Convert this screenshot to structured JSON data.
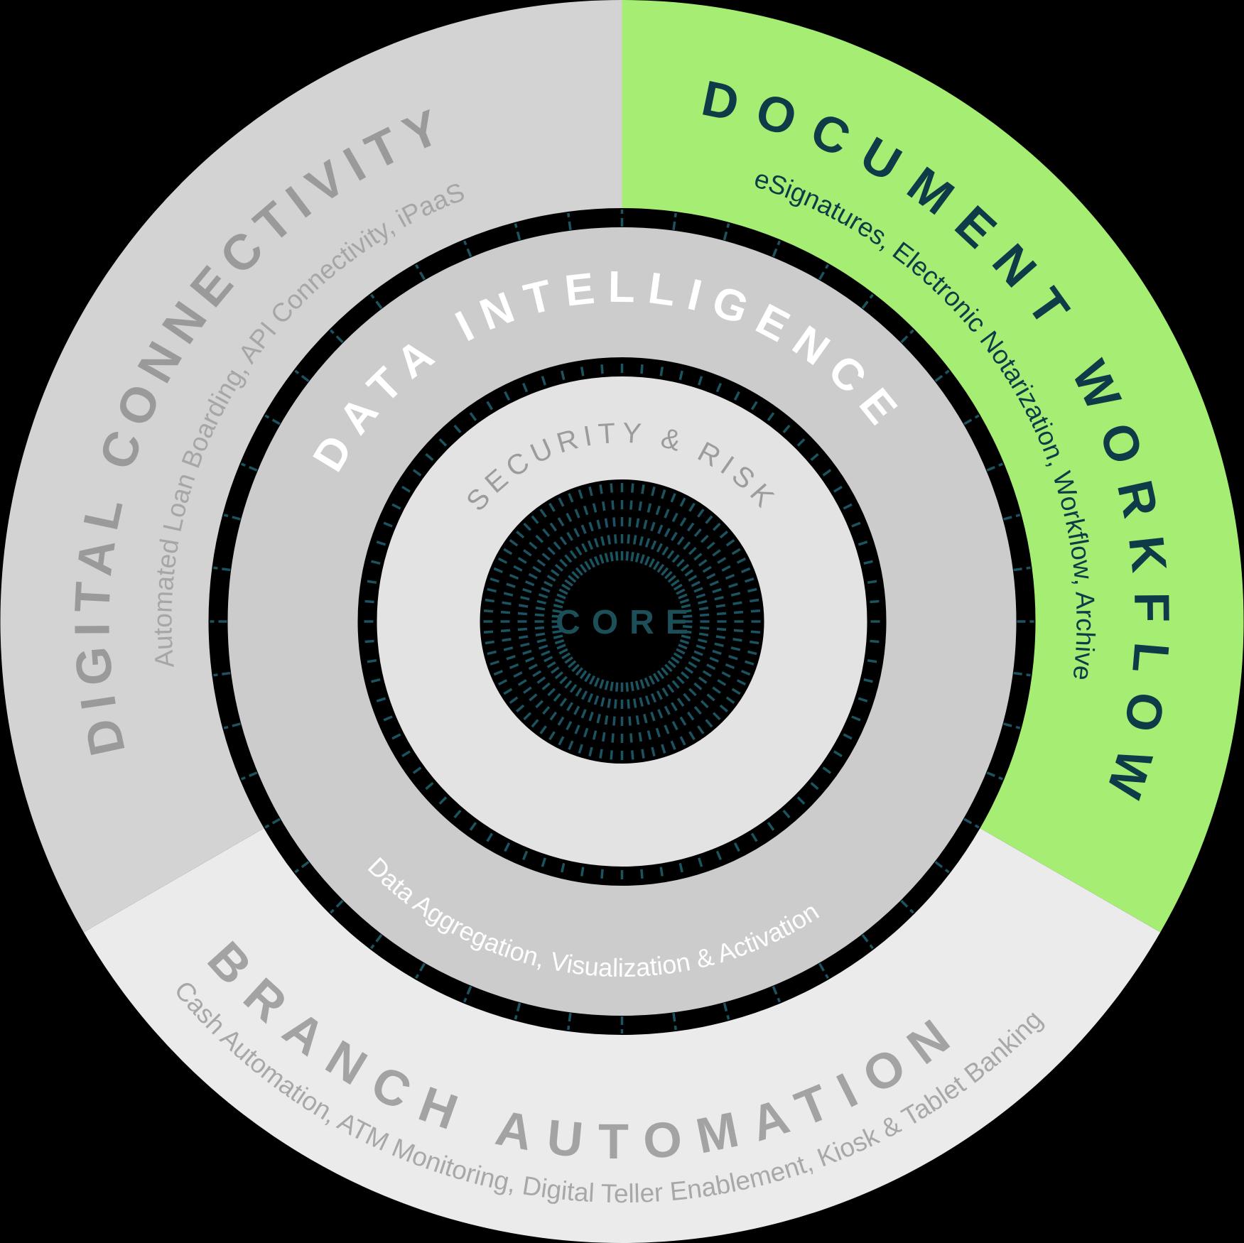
{
  "diagram": {
    "background_color": "#000000",
    "tick_color": "#1c5360",
    "core": {
      "label": "CORE",
      "text_color": "#1d4f59"
    },
    "inner_rings": [
      {
        "id": "security_risk",
        "label": "SECURITY & RISK",
        "fill": "#e3e3e3",
        "text_color": "#9c9c9c"
      },
      {
        "id": "data_intelligence",
        "label": "DATA INTELLIGENCE",
        "sublabel": "Data Aggregation, Visualization & Activation",
        "fill": "#cccccc",
        "text_color": "#ffffff",
        "sublabel_color": "#ffffff"
      }
    ],
    "segments": [
      {
        "id": "digital_connectivity",
        "label": "DIGITAL CONNECTIVITY",
        "sublabel": "Automated Loan Boarding, API Connectivity, iPaaS",
        "fill": "#d3d3d3",
        "title_color": "#9a9a9a",
        "sublabel_color": "#a6a6a6",
        "highlighted": false
      },
      {
        "id": "document_workflow",
        "label": "DOCUMENT WORKFLOW",
        "sublabel": "eSignatures, Electronic Notarization, Workflow, Archive",
        "fill": "#a5ee73",
        "title_color": "#0e3b47",
        "sublabel_color": "#0e3b47",
        "highlighted": true
      },
      {
        "id": "branch_automation",
        "label": "BRANCH AUTOMATION",
        "sublabel": "Cash Automation, ATM Monitoring, Digital Teller Enablement, Kiosk & Tablet Banking",
        "fill": "#ebebeb",
        "title_color": "#a3a3a3",
        "sublabel_color": "#a8a8a8",
        "highlighted": false
      }
    ]
  }
}
